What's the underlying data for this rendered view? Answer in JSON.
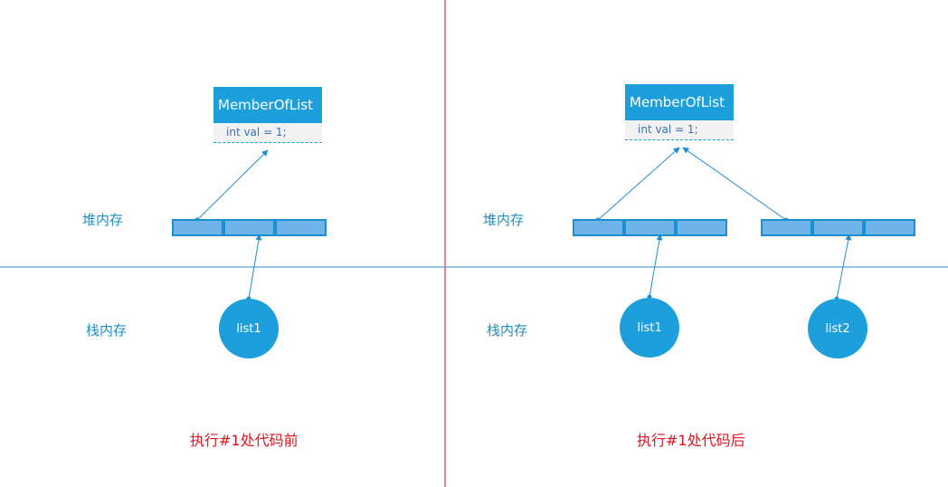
{
  "before": {
    "heap_label": "堆内存",
    "stack_label": "栈内存",
    "class_box": {
      "name": "MemberOfList",
      "field": "int val = 1;"
    },
    "refs": [
      "list1"
    ],
    "caption": "执行#1处代码前"
  },
  "after": {
    "heap_label": "堆内存",
    "stack_label": "栈内存",
    "class_box": {
      "name": "MemberOfList",
      "field": "int val = 1;"
    },
    "refs": [
      "list1",
      "list2"
    ],
    "caption": "执行#1处代码后"
  },
  "colors": {
    "accent": "#1d9fdb",
    "array_cell": "#6eb4e8",
    "divider": "#e06070",
    "caption": "#e0141e"
  }
}
